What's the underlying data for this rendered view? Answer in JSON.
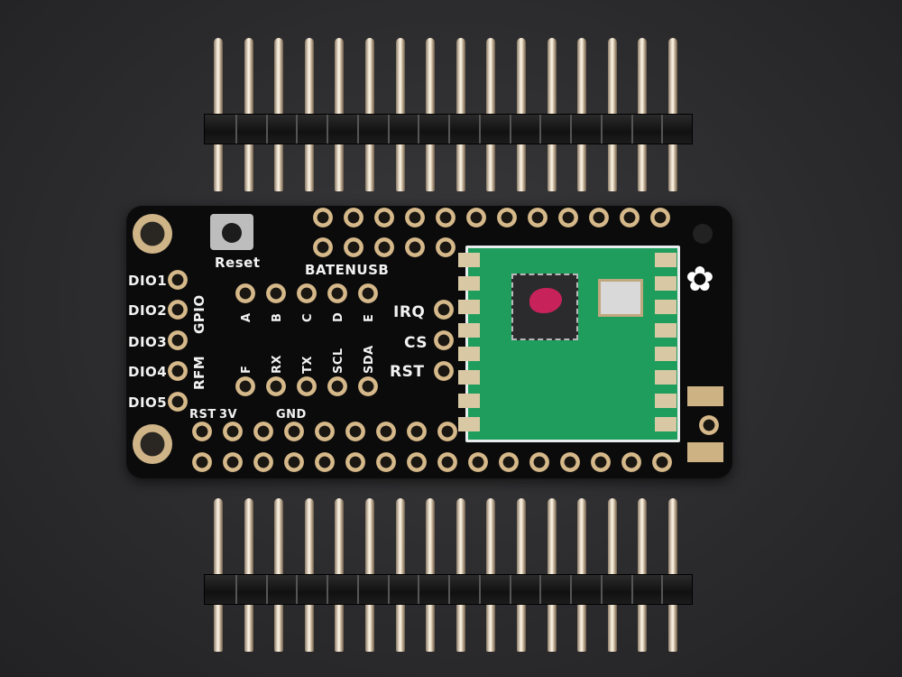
{
  "scene": {
    "subject": "RFM radio FeatherWing breakout board with two male pin headers",
    "background_color": "#2e2e30",
    "board_color": "#0b0b0c",
    "module_color": "#1e9d5c",
    "pad_color": "#d6b98a"
  },
  "headers": {
    "top_pin_count": 16,
    "bottom_pin_count": 16
  },
  "board": {
    "button_label": "Reset",
    "power_labels": "BATENUSB",
    "left_labels": [
      "DIO1",
      "DIO2",
      "DIO3",
      "DIO4",
      "DIO5"
    ],
    "vertical_labels": [
      "GPIO",
      "RFM"
    ],
    "jumper_row_top": [
      "A",
      "B",
      "C",
      "D",
      "E"
    ],
    "jumper_row_mid": [
      "F",
      "RX",
      "TX",
      "SCL",
      "SDA"
    ],
    "module_side_labels": [
      "IRQ",
      "CS",
      "RST"
    ],
    "module_top_labels": [
      "A",
      "B",
      "C",
      "D",
      "E"
    ],
    "module_bottom_label": "F",
    "bottom_labels": [
      "RST",
      "3V",
      "GND"
    ],
    "logo": "star-flower-logo"
  }
}
